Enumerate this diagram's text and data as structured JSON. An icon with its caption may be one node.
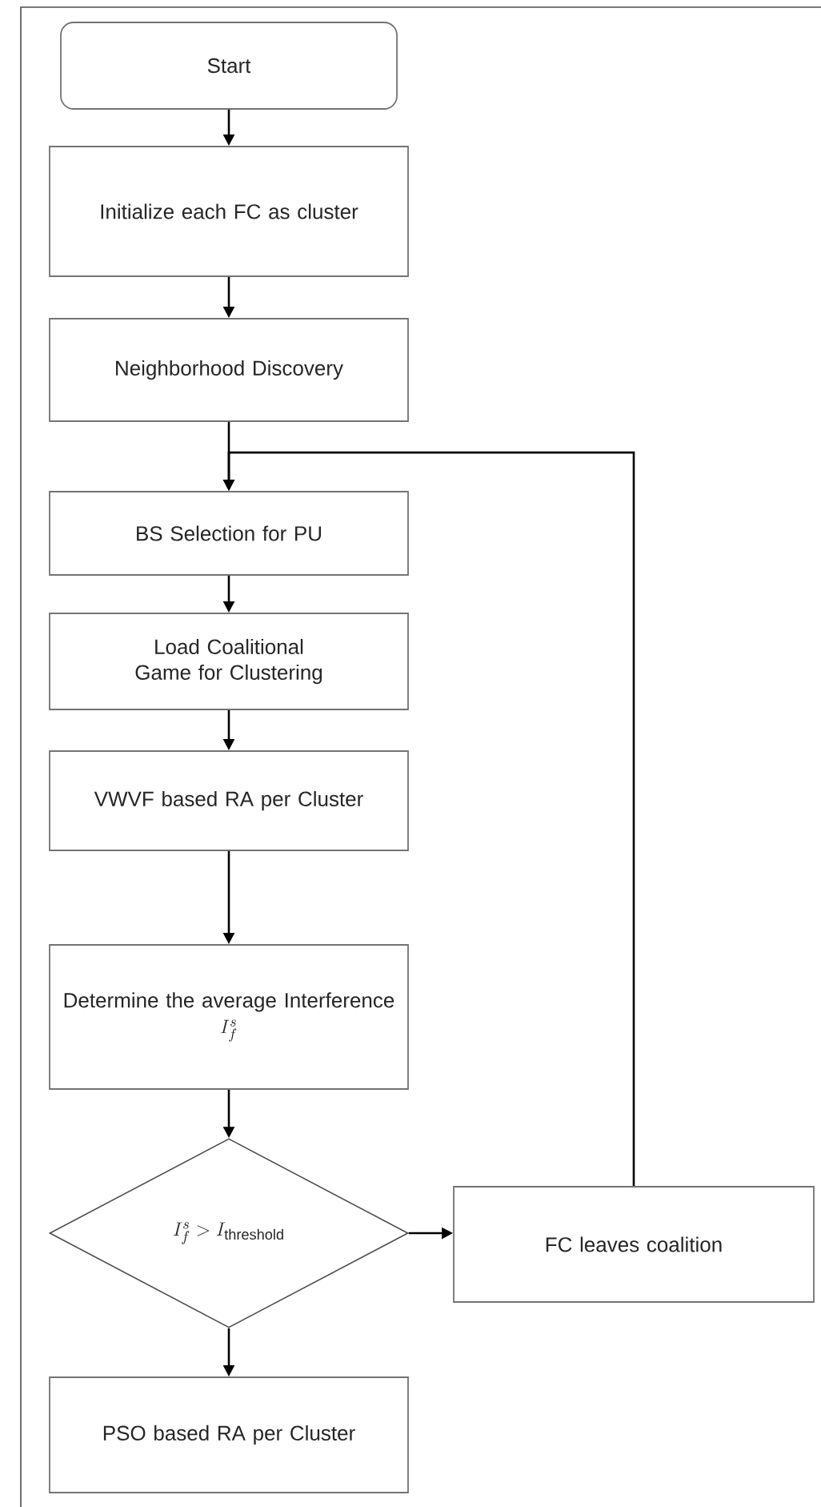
{
  "diagram": {
    "nodes": [
      {
        "text": [
          "Start"
        ]
      },
      {
        "text": [
          "Initialize each FC as cluster"
        ]
      },
      {
        "text": [
          "Neighborhood Discovery"
        ]
      },
      {
        "text": [
          "BS Selection for PU"
        ]
      },
      {
        "text": [
          "Load Coalitional Game for Clustering"
        ]
      },
      {
        "text": [
          "VWVF based RA per Cluster"
        ]
      },
      {
        "text": [
          "Determine the average Interference",
          "I_f^s"
        ]
      },
      {
        "text": [
          "I_f^s > I_{\\mathrm{threshold}}"
        ]
      },
      {
        "text": [
          "FC leaves coalition"
        ]
      },
      {
        "text": [
          "PSO based RA per Cluster"
        ]
      }
    ],
    "edges": [
      {
        "from": 0,
        "to": 1,
        "arrow": "to"
      },
      {
        "from": 1,
        "to": 2,
        "arrow": "to"
      },
      {
        "from": 2,
        "to": 3,
        "arrow": "to"
      },
      {
        "from": 3,
        "to": 4,
        "arrow": "to"
      },
      {
        "from": 4,
        "to": 5,
        "arrow": "to"
      },
      {
        "from": 5,
        "to": 6,
        "arrow": "to"
      },
      {
        "from": 6,
        "to": 7,
        "arrow": "to"
      },
      {
        "from": 7,
        "to": 8,
        "arrow": "to"
      },
      {
        "from": 8,
        "to": 3,
        "arrow": "to"
      },
      {
        "from": 7,
        "to": 9,
        "arrow": "to"
      }
    ]
  }
}
